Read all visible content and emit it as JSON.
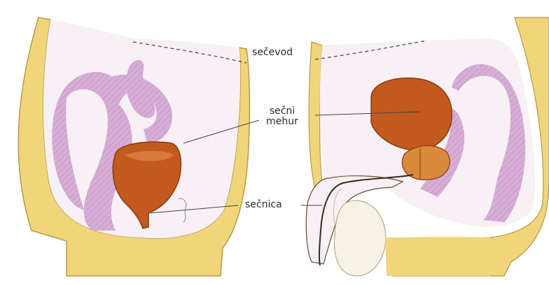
{
  "labels": {
    "ureter": "sečevod",
    "bladder_line1": "sečni",
    "bladder_line2": "mehur",
    "urethra": "sečnica"
  },
  "colors": {
    "skin": "#f1d57a",
    "body_fill": "#f7f0f5",
    "bowel": "#d7aed6",
    "bowel_stripe": "#c898c7",
    "bladder": "#c15a1c",
    "bladder_dark": "#8a3a10",
    "prostate": "#d98a3a",
    "outline": "#6b4a2a",
    "leader": "#444444"
  }
}
